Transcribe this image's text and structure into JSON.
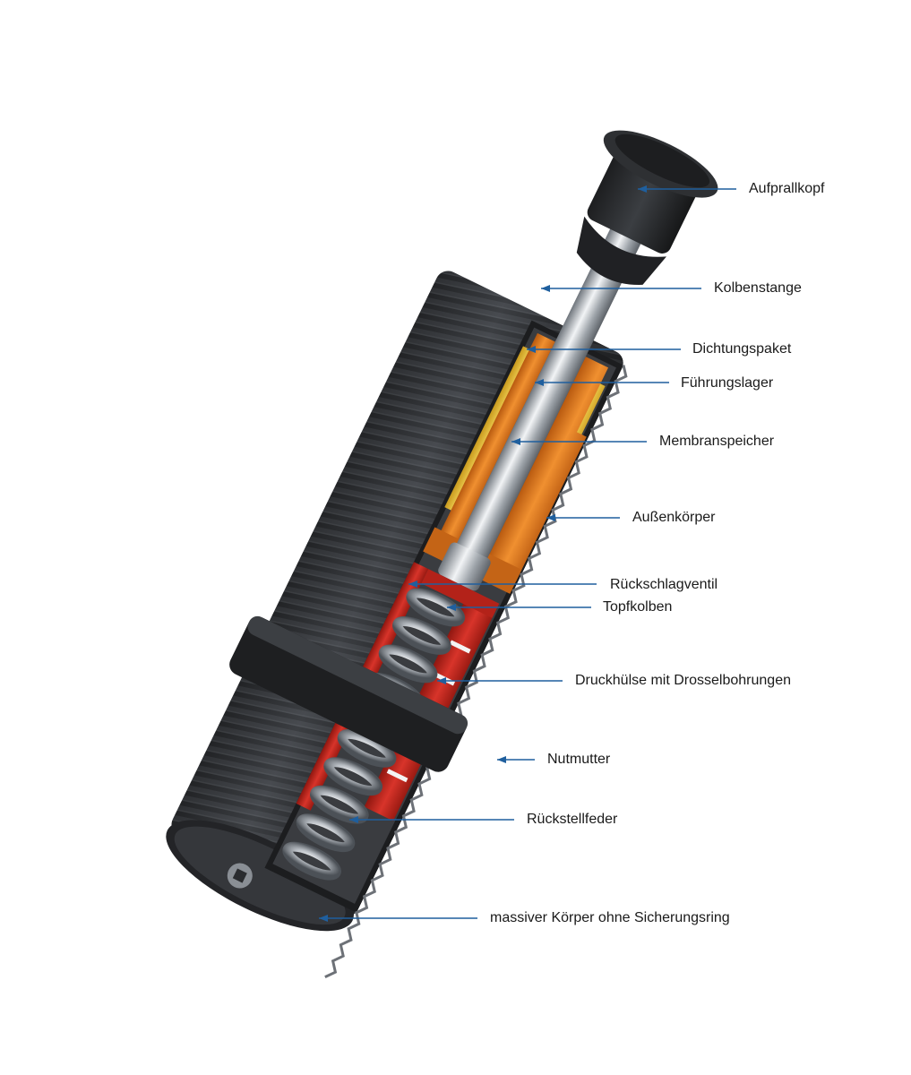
{
  "diagram": {
    "callouts": [
      {
        "id": "aufprallkopf",
        "label": "Aufprallkopf"
      },
      {
        "id": "kolbenstange",
        "label": "Kolbenstange"
      },
      {
        "id": "dichtungspaket",
        "label": "Dichtungspaket"
      },
      {
        "id": "fuehrungslager",
        "label": "Führungslager"
      },
      {
        "id": "membranspeicher",
        "label": "Membranspeicher"
      },
      {
        "id": "aussenkoerper",
        "label": "Außenkörper"
      },
      {
        "id": "rueckschlagventil",
        "label": "Rückschlagventil"
      },
      {
        "id": "topfkolben",
        "label": "Topfkolben"
      },
      {
        "id": "druckhuelse",
        "label": "Druckhülse mit Drosselbohrungen"
      },
      {
        "id": "nutmutter",
        "label": "Nutmutter"
      },
      {
        "id": "rueckstellfeder",
        "label": "Rückstellfeder"
      },
      {
        "id": "massiver-koerper",
        "label": "massiver Körper ohne Sicherungsring"
      }
    ],
    "colors": {
      "leader_line": "#1f5f9e",
      "body_dark": "#2b2d30",
      "seal_yellow": "#e8c23a",
      "bearing_orange": "#e07a1c",
      "piston_red": "#c8281e",
      "rod_steel": "#c9ced4"
    }
  }
}
